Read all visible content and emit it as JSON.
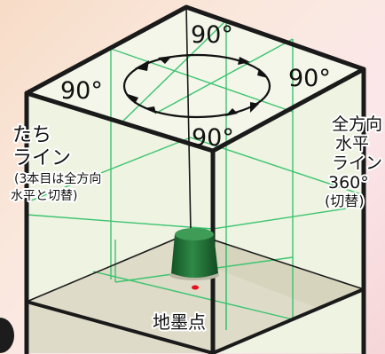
{
  "colors": {
    "cube_edge": "#1a1a1a",
    "face_fill": "#f1f5e6",
    "floor_fill": "#dcd9c6",
    "laser_line": "#35c46a",
    "device_body": "#1e6b34",
    "plumb_dot": "#e8101a"
  },
  "angles": {
    "top_back": "90°",
    "left": "90°",
    "right": "90°",
    "top_front": "90°"
  },
  "left_label": {
    "line1": "たち",
    "line2": "ライン",
    "note1": "(3本目は全方向",
    "note2": "水平と切替)"
  },
  "right_label": {
    "line1": "全方向",
    "line2": "水平",
    "line3": "ライン",
    "line4": "360°",
    "line5": "(切替)"
  },
  "floor_label": "地墨点"
}
